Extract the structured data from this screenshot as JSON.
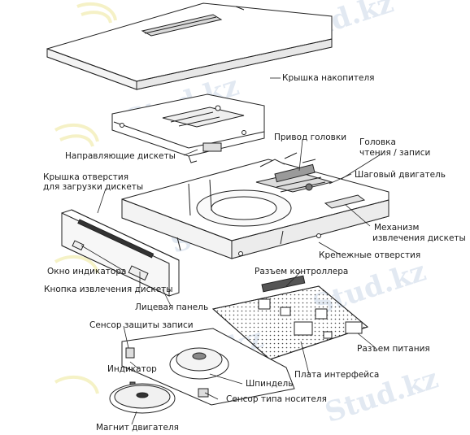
{
  "watermark": "Stud.kz",
  "labels": {
    "drive_cover": "Крышка накопителя",
    "disk_guides": "Направляющие дискеты",
    "head_drive": "Привод головки",
    "rw_head_line1": "Головка",
    "rw_head_line2": "чтения / записи",
    "stepper_motor": "Шаговый двигатель",
    "slot_cover_line1": "Крышка отверстия",
    "slot_cover_line2": "для загрузки дискеты",
    "eject_mechanism_line1": "Механизм",
    "eject_mechanism_line2": "извлечения дискеты",
    "mounting_holes": "Крепежные отверстия",
    "indicator_window": "Окно индикатора",
    "eject_button": "Кнопка извлечения дискеты",
    "controller_connector": "Разъем контроллера",
    "front_panel": "Лицевая панель",
    "write_protect_sensor": "Сенсор защиты записи",
    "power_connector": "Разъем питания",
    "indicator": "Индикатор",
    "interface_board": "Плата интерфейса",
    "spindle": "Шпиндель",
    "media_type_sensor": "Сенсор типа носителя",
    "motor_magnet": "Магнит двигателя"
  }
}
